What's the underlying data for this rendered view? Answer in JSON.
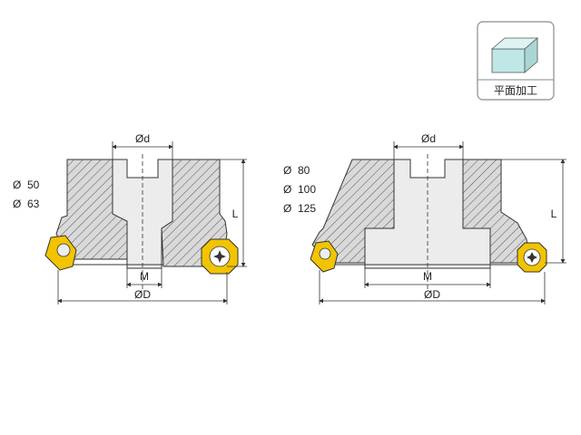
{
  "badge": {
    "label": "平面加工",
    "icon": "cube-icon",
    "face_color": "#bfe7e6",
    "border_color": "#8a8a8a"
  },
  "left_cutter": {
    "sizes": [
      "Ø  50",
      "Ø  63"
    ],
    "dim_d": "Ød",
    "dim_D": "ØD",
    "dim_M": "M",
    "dim_L": "L"
  },
  "right_cutter": {
    "sizes": [
      "Ø  80",
      "Ø  100",
      "Ø  125"
    ],
    "dim_d": "Ød",
    "dim_D": "ØD",
    "dim_M": "M",
    "dim_L": "L"
  },
  "colors": {
    "body": "#d9d9d9",
    "bore": "#ececec",
    "insert": "#f2c400",
    "hatch": "#555555"
  }
}
